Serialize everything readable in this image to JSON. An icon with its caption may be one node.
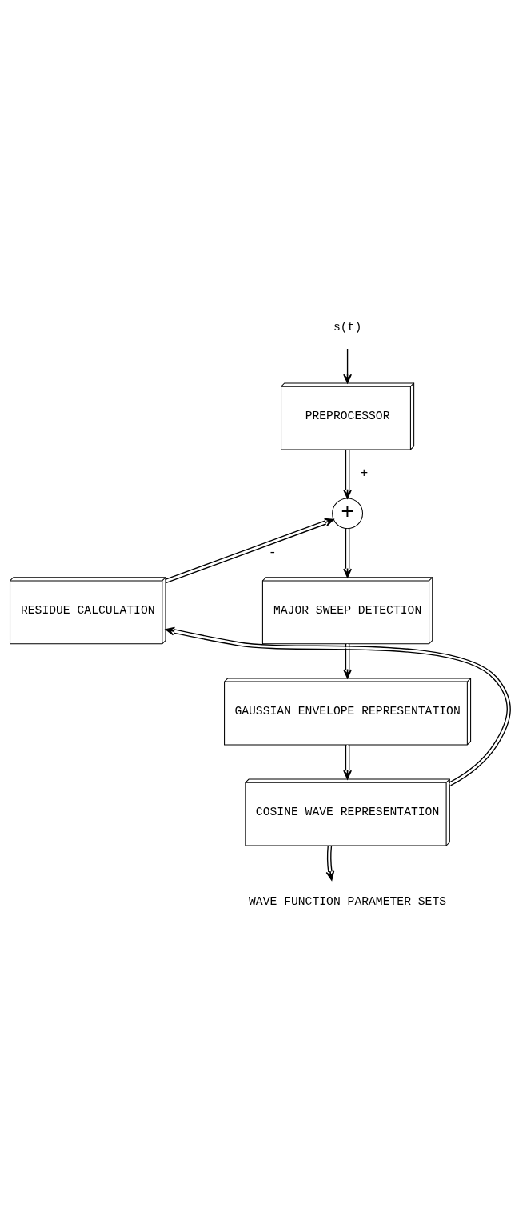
{
  "diagram": {
    "nodes": [
      {
        "text": [
          "s(t)"
        ]
      },
      {
        "text": [
          "PREPROCESSOR"
        ]
      },
      {
        "text": [
          "+"
        ]
      },
      {
        "text": [
          "MAJOR SWEEP DETECTION"
        ]
      },
      {
        "text": [
          "GAUSSIAN ENVELOPE REPRESENTATION"
        ]
      },
      {
        "text": [
          "COSINE WAVE REPRESENTATION"
        ]
      },
      {
        "text": [
          "RESIDUE CALCULATION"
        ]
      },
      {
        "text": [
          "WAVE FUNCTION PARAMETER SETS"
        ]
      }
    ],
    "edges": [
      {
        "from": 0,
        "to": 1,
        "arrow": "to"
      },
      {
        "from": 1,
        "to": 2,
        "arrow": "to",
        "label": "+"
      },
      {
        "from": 2,
        "to": 3,
        "arrow": "to"
      },
      {
        "from": 3,
        "to": 4,
        "arrow": "to"
      },
      {
        "from": 4,
        "to": 5,
        "arrow": "to"
      },
      {
        "from": 5,
        "to": 7,
        "arrow": "to"
      },
      {
        "from": 5,
        "to": 6,
        "arrow": "to"
      },
      {
        "from": 6,
        "to": 2,
        "arrow": "to",
        "label": "-"
      }
    ]
  }
}
